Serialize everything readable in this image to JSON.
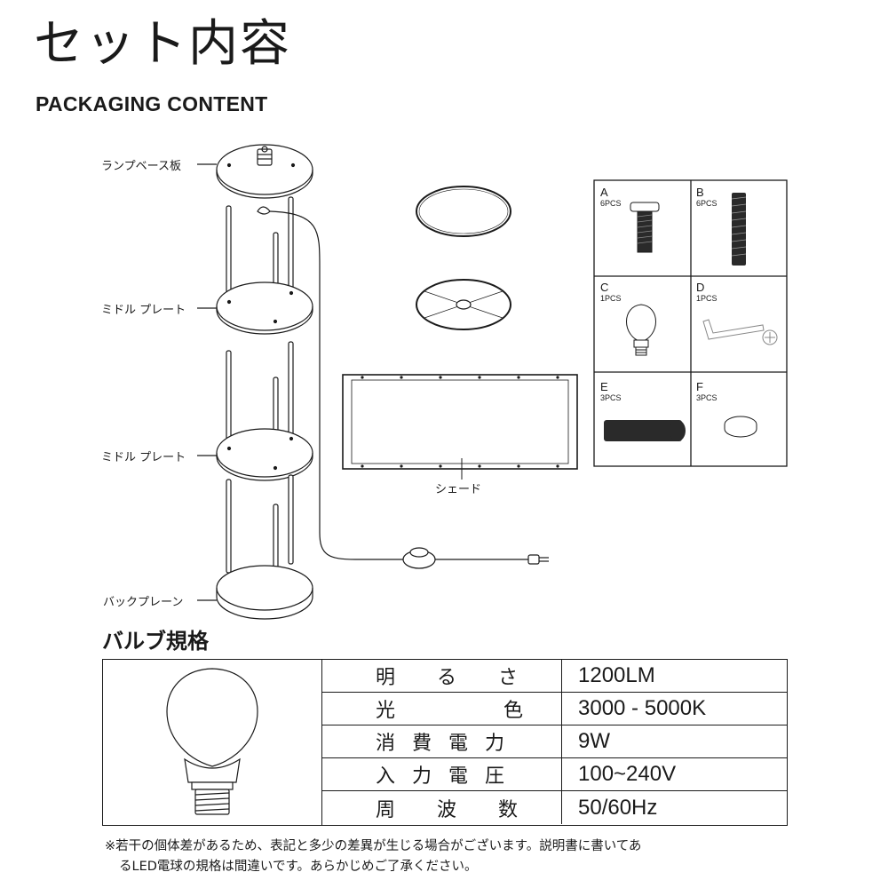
{
  "title_ja": "セット内容",
  "title_en": "PACKAGING CONTENT",
  "parts": {
    "base_plate": "ランプベース板",
    "middle_plate_1": "ミドル プレート",
    "middle_plate_2": "ミドル プレート",
    "back_plane": "バックプレーン",
    "shade": "シェード"
  },
  "accessories": [
    {
      "letter": "A",
      "qty": "6PCS"
    },
    {
      "letter": "B",
      "qty": "6PCS"
    },
    {
      "letter": "C",
      "qty": "1PCS"
    },
    {
      "letter": "D",
      "qty": "1PCS"
    },
    {
      "letter": "E",
      "qty": "3PCS"
    },
    {
      "letter": "F",
      "qty": "3PCS"
    }
  ],
  "spec_heading": "バルブ規格",
  "specs": [
    {
      "key": "明 る さ",
      "value": "1200LM"
    },
    {
      "key": "光 色",
      "value": "3000 - 5000K"
    },
    {
      "key": "消 費 電 力",
      "value": "9W"
    },
    {
      "key": "入 力 電 圧",
      "value": "100~240V"
    },
    {
      "key": "周 波 数",
      "value": "50/60Hz"
    }
  ],
  "note_line1": "※若干の個体差があるため、表記と多少の差異が生じる場合がございます。説明書に書いてあ",
  "note_line2": "るLED電球の規格は間違いです。あらかじめご了承ください。"
}
